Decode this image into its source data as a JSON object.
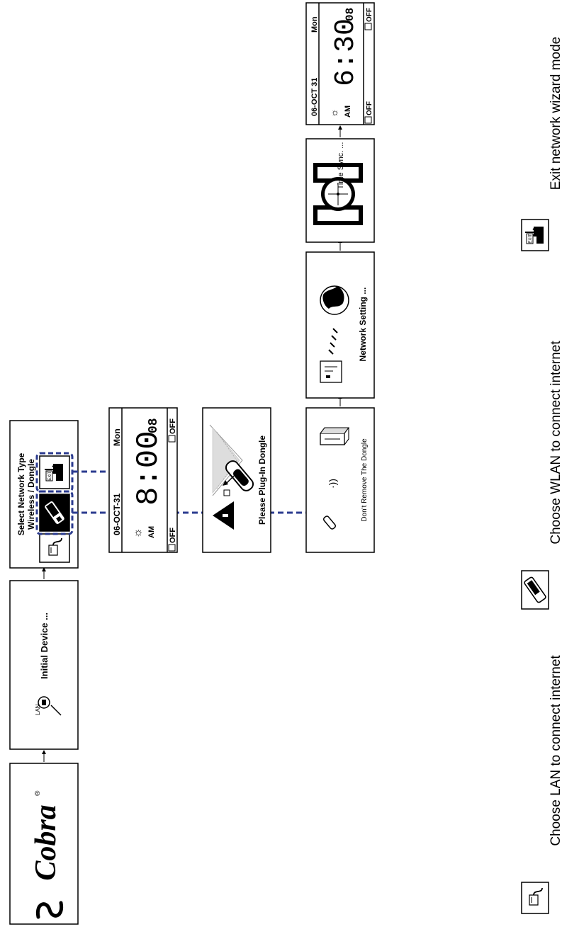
{
  "brand": {
    "name": "Cobra",
    "reg": "®"
  },
  "screens": {
    "initial_device": "Initial Device ...",
    "lan_icon_text": "LAN",
    "select_network": {
      "line1": "Select Network Type",
      "line2": "Wireless / Dongle",
      "exit_text": "EXIT"
    },
    "clock_a": {
      "date": "06-OCT-31",
      "day": "Mon",
      "time": "8:00",
      "seconds": "08",
      "ampm": "AM",
      "alarm1": "OFF",
      "alarm2": "OFF"
    },
    "plug_in": "Please Plug-In Dongle",
    "dont_remove": "Don't Remove The Dongle",
    "network_setting": "Network Setting ...",
    "time_sync": "Time Sync. ...",
    "clock_b": {
      "date": "06-OCT 31",
      "day": "Mon",
      "time": "6:30",
      "seconds": "08",
      "ampm": "AM",
      "alarm1": "OFF",
      "alarm2": "OFF"
    }
  },
  "legend": {
    "lan": "Choose LAN to connect internet",
    "wlan": "Choose WLAN to connect internet",
    "exit": "Exit network wizard mode",
    "exit_icon_text": "EXIT"
  },
  "colors": {
    "dashed_connector": "#2b3b8f",
    "ink": "#000000"
  }
}
